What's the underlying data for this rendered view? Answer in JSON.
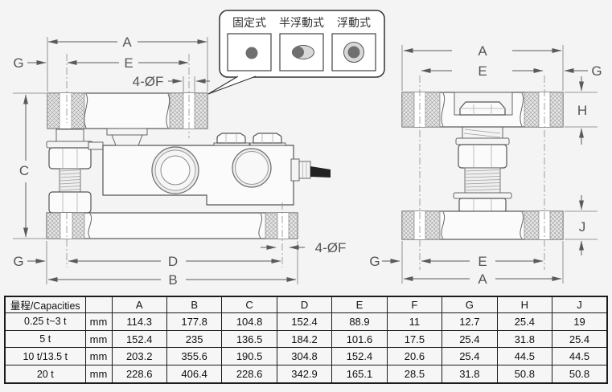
{
  "drawing": {
    "dims": {
      "a": "A",
      "b": "B",
      "c": "C",
      "d": "D",
      "e": "E",
      "g": "G",
      "h": "H",
      "j": "J",
      "f4": "4-ØF"
    },
    "callout": {
      "items": [
        {
          "label": "固定式",
          "icon": "fixed-mount-icon"
        },
        {
          "label": "半浮動式",
          "icon": "semi-floating-mount-icon"
        },
        {
          "label": "浮動式",
          "icon": "floating-mount-icon"
        }
      ]
    },
    "colors": {
      "dot": "#6f6f6f",
      "ring": "#d8d8d8",
      "line": "#5a5a5a",
      "cable": "#222222"
    }
  },
  "table": {
    "headers": [
      "量程/Capacities",
      "",
      "A",
      "B",
      "C",
      "D",
      "E",
      "F",
      "G",
      "H",
      "J"
    ],
    "rows": [
      {
        "capacity": "0.25 t~3 t",
        "unit": "mm",
        "values": [
          "114.3",
          "177.8",
          "104.8",
          "152.4",
          "88.9",
          "11",
          "12.7",
          "25.4",
          "19"
        ]
      },
      {
        "capacity": "5 t",
        "unit": "mm",
        "values": [
          "152.4",
          "235",
          "136.5",
          "184.2",
          "101.6",
          "17.5",
          "25.4",
          "31.8",
          "25.4"
        ]
      },
      {
        "capacity": "10 t/13.5 t",
        "unit": "mm",
        "values": [
          "203.2",
          "355.6",
          "190.5",
          "304.8",
          "152.4",
          "20.6",
          "25.4",
          "44.5",
          "44.5"
        ]
      },
      {
        "capacity": "20 t",
        "unit": "mm",
        "values": [
          "228.6",
          "406.4",
          "228.6",
          "342.9",
          "165.1",
          "28.5",
          "31.8",
          "50.8",
          "50.8"
        ]
      }
    ]
  }
}
